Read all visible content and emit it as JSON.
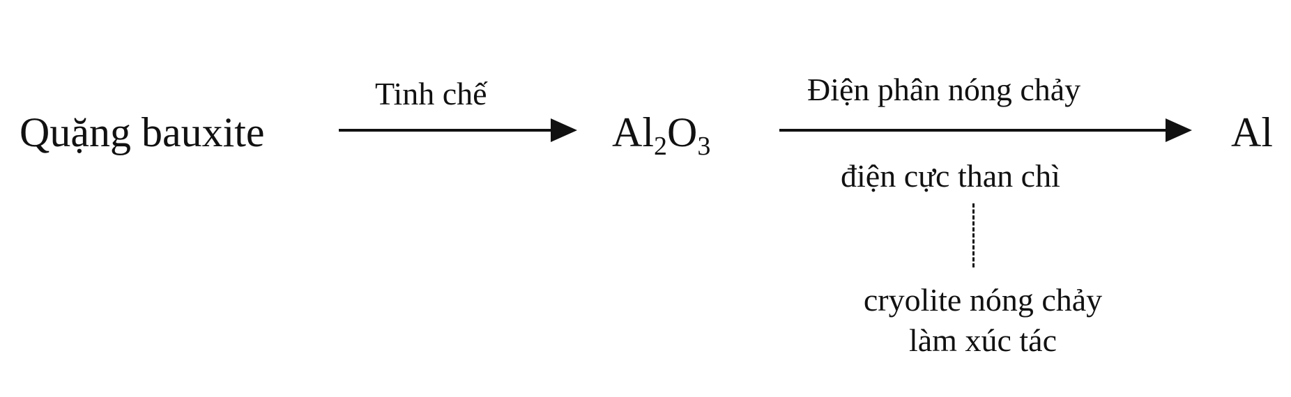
{
  "diagram": {
    "source": "Quặng bauxite",
    "step1": {
      "label_above": "Tinh chế"
    },
    "intermediate": {
      "el1": "Al",
      "sub1": "2",
      "el2": "O",
      "sub2": "3"
    },
    "step2": {
      "label_above": "Điện phân nóng chảy",
      "label_below": "điện cực than chì",
      "note_line1": "cryolite nóng chảy",
      "note_line2": "làm xúc tác"
    },
    "product": "Al"
  }
}
